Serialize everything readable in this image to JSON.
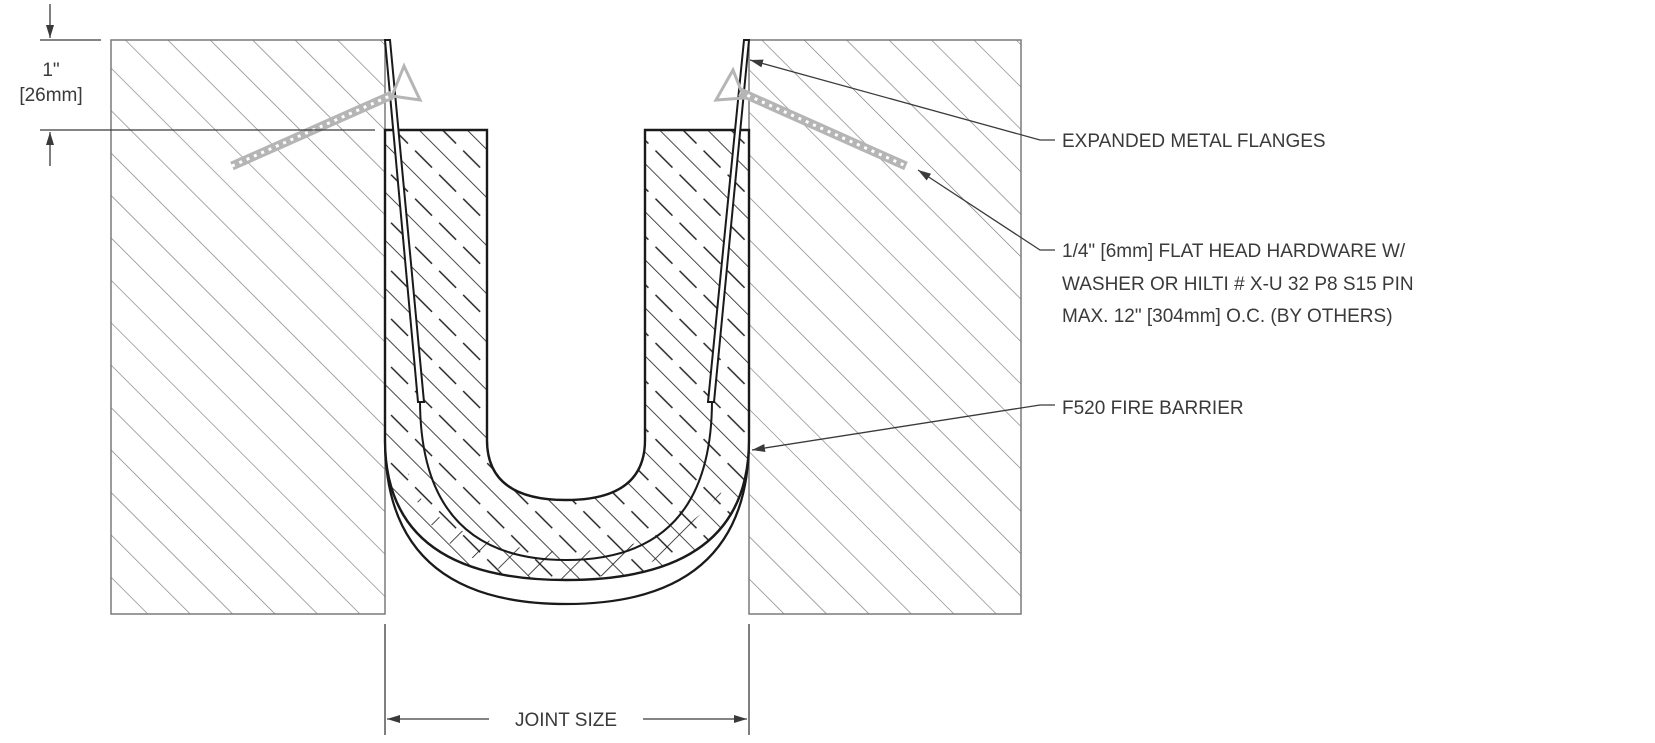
{
  "dimensions": {
    "top_dimension": {
      "line1": "1\"",
      "line2": "[26mm]"
    },
    "joint_size_label": "JOINT SIZE"
  },
  "callouts": {
    "expanded_metal_flanges": {
      "lines": [
        "EXPANDED METAL FLANGES"
      ]
    },
    "hardware": {
      "lines": [
        "1/4\" [6mm] FLAT HEAD HARDWARE W/",
        "WASHER OR HILTI # X-U 32 P8 S15 PIN",
        "MAX. 12\" [304mm] O.C. (BY OTHERS)"
      ]
    },
    "fire_barrier": {
      "lines": [
        "F520 FIRE BARRIER"
      ]
    }
  },
  "colors": {
    "line": "#1a1a1a",
    "hatch": "#7a7a7a",
    "text": "#3a3a3a",
    "fastener": "#b5b5b5"
  }
}
